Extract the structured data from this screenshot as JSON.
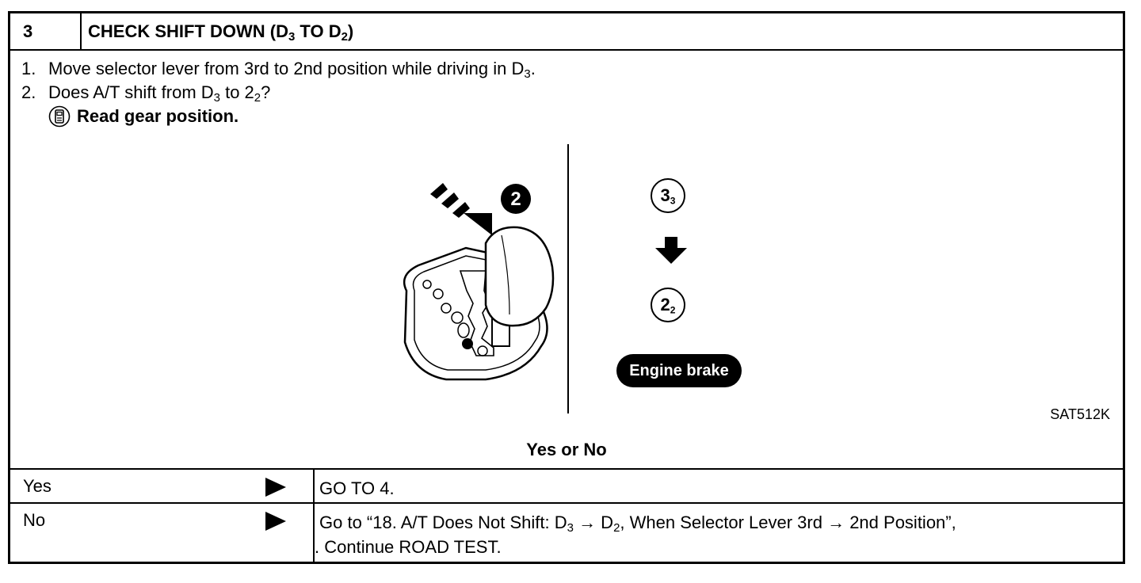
{
  "header": {
    "step_number": "3",
    "title_main": "CHECK SHIFT DOWN (D",
    "title_sub1": "3",
    "title_mid": " TO D",
    "title_sub2": "2",
    "title_end": ")"
  },
  "steps": {
    "s1_num": "1.",
    "s1_text": "Move selector lever from 3rd to 2nd position while driving in D",
    "s1_sub": "3",
    "s1_end": ".",
    "s2_num": "2.",
    "s2_text_a": "Does A/T shift from D",
    "s2_sub_a": "3",
    "s2_text_b": " to 2",
    "s2_sub_b": "2",
    "s2_end": "?",
    "read_gear": "Read gear position."
  },
  "figure": {
    "lever_badge": "2",
    "gear_from_main": "3",
    "gear_from_sub": "3",
    "gear_to_main": "2",
    "gear_to_sub": "2",
    "engine_brake": "Engine brake",
    "code": "SAT512K"
  },
  "question": "Yes or No",
  "results": {
    "yes_label": "Yes",
    "yes_action": "GO TO 4.",
    "no_label": "No",
    "no_action_a": "Go to “18. A/T Does Not Shift: D",
    "no_sub_a": "3",
    "no_action_b": " → D",
    "no_sub_b": "2",
    "no_action_c": ", When Selector Lever 3rd → 2nd Position”,",
    "no_action_line2": ". Continue ROAD TEST."
  }
}
